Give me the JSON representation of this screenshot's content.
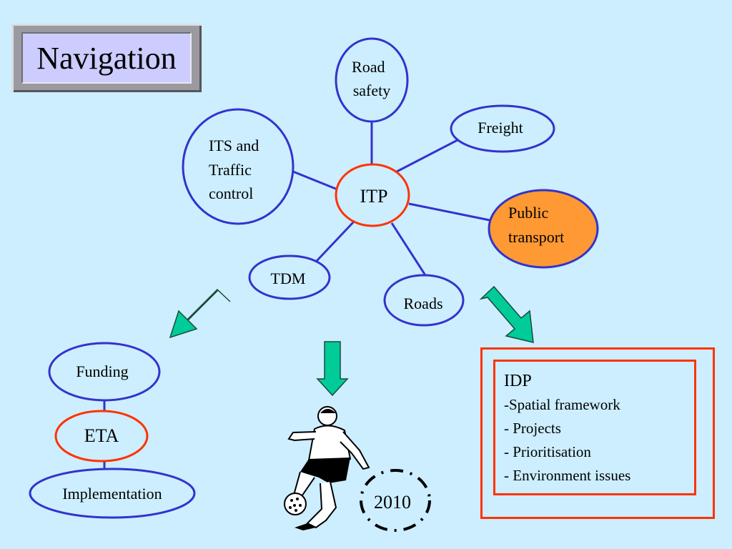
{
  "title": "Navigation",
  "nodes": {
    "itp": "ITP",
    "road_safety": [
      "Road",
      "safety"
    ],
    "freight": "Freight",
    "its": [
      "ITS and",
      "Traffic",
      "control"
    ],
    "public_transport": [
      "Public",
      "transport"
    ],
    "tdm": "TDM",
    "roads": "Roads",
    "funding": "Funding",
    "eta": "ETA",
    "implementation": "Implementation",
    "year": "2010"
  },
  "idp": {
    "title": "IDP",
    "items": [
      "-Spatial framework",
      "- Projects",
      "- Prioritisation",
      "- Environment issues"
    ]
  },
  "colors": {
    "background": "#cceeff",
    "node_stroke": "#3333cc",
    "center_stroke": "#ff3300",
    "node_fill": "#cceeff",
    "highlight_fill": "#ff9933",
    "arrow_fill": "#00cc99"
  }
}
